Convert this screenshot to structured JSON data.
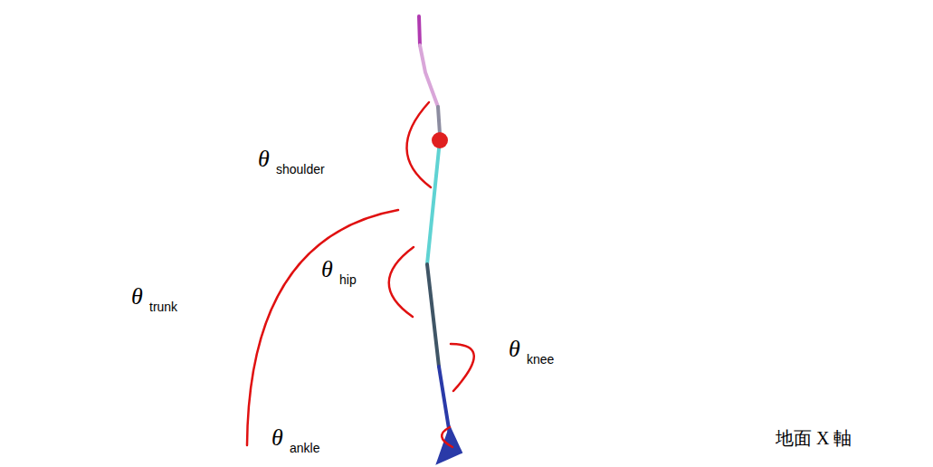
{
  "diagram": {
    "labels": [
      "θ",
      "shoulder",
      "θ",
      "trunk",
      "θ",
      "hip",
      "θ",
      "knee",
      "θ",
      "ankle",
      "地面 X 軸"
    ]
  }
}
